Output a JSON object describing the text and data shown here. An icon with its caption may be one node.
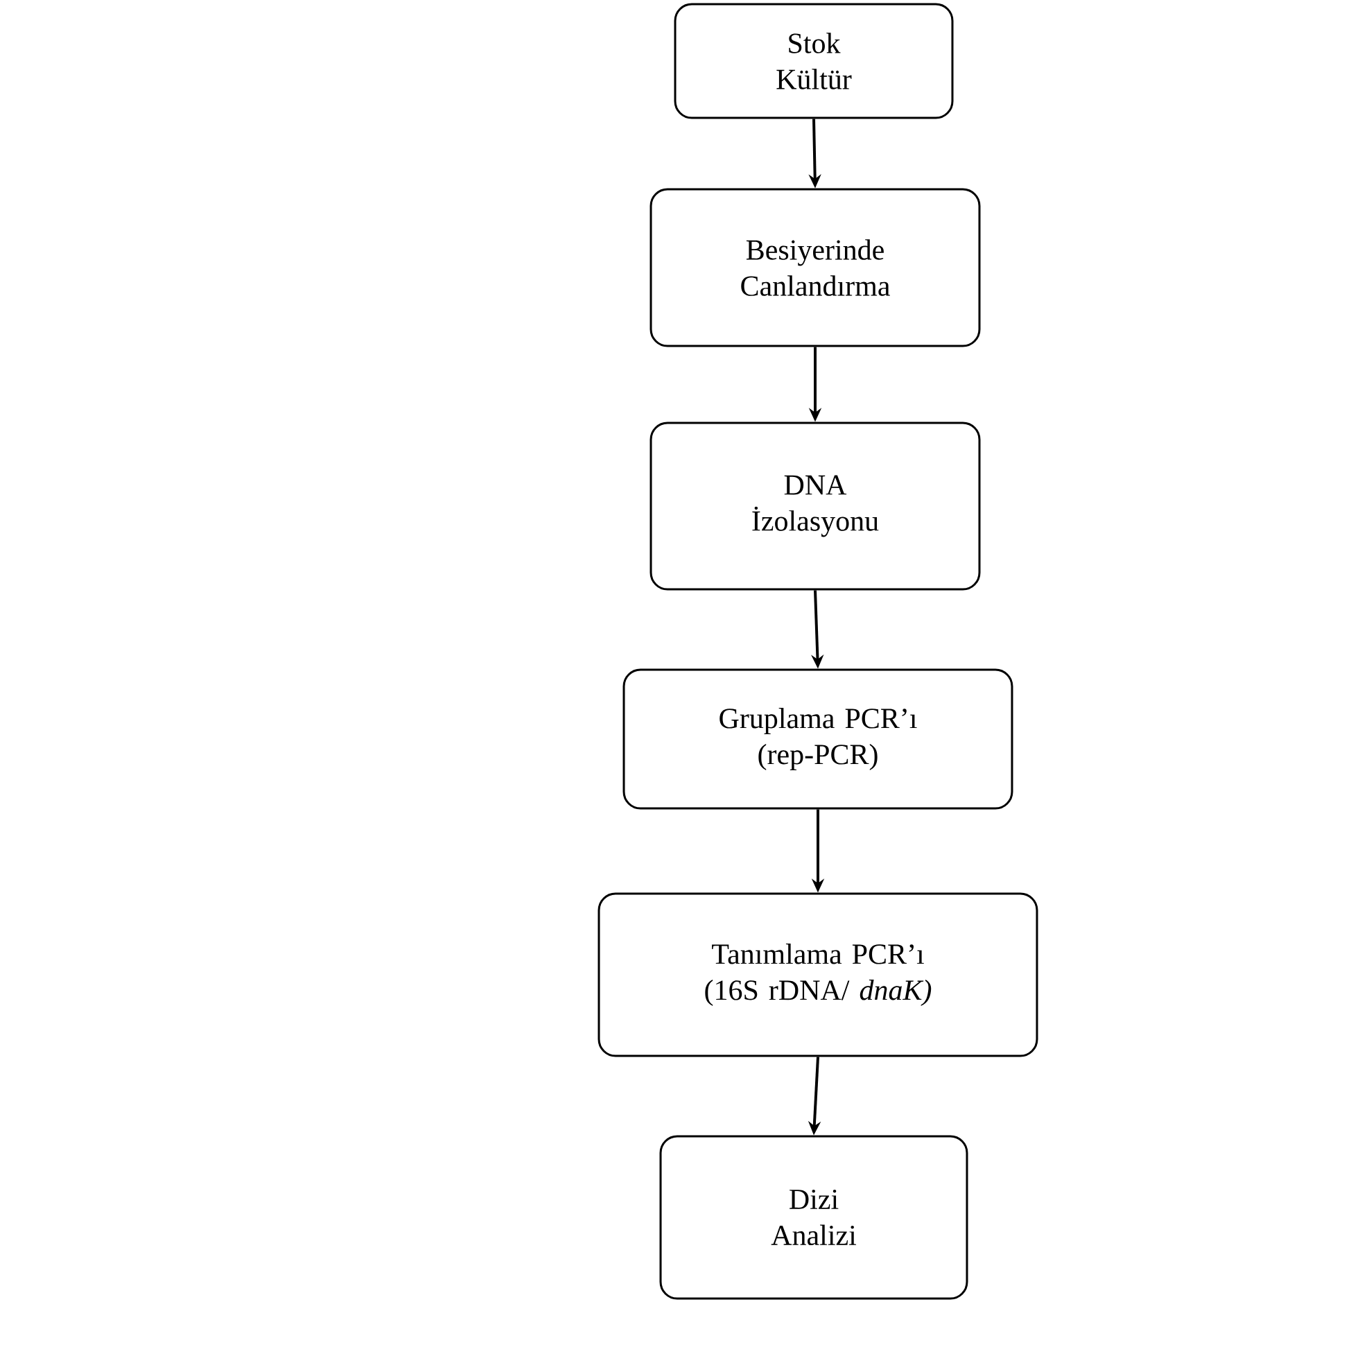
{
  "diagram": {
    "nodes": [
      {
        "text": [
          "Stok Kültür"
        ]
      },
      {
        "text": [
          "Besiyerinde Canlandırma"
        ]
      },
      {
        "text": [
          "DNA İzolasyonu"
        ]
      },
      {
        "text": [
          "Gruplama PCR’ı (rep-PCR)"
        ]
      },
      {
        "text": [
          "Tanımlama PCR’ı (16S rDNA/ *dnaK)*"
        ]
      },
      {
        "text": [
          "Dizi Analizi"
        ]
      }
    ],
    "edges": [
      {
        "from": 0,
        "to": 1,
        "arrow": "to"
      },
      {
        "from": 1,
        "to": 2,
        "arrow": "to"
      },
      {
        "from": 2,
        "to": 3,
        "arrow": "to"
      },
      {
        "from": 3,
        "to": 4,
        "arrow": "to"
      },
      {
        "from": 4,
        "to": 5,
        "arrow": "to"
      }
    ]
  }
}
